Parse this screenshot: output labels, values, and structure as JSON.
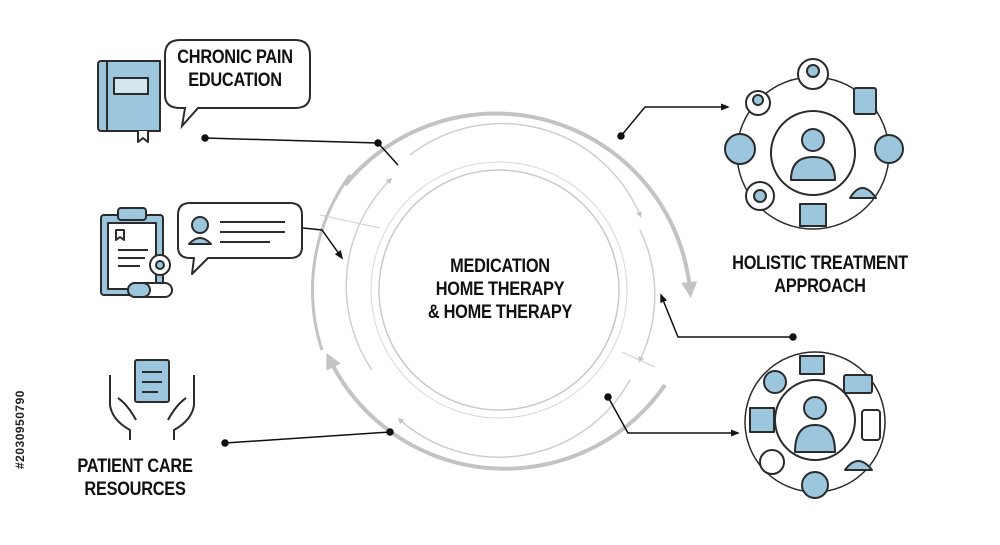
{
  "center": {
    "line1": "MEDICATION",
    "line2": "HOME THERAPY",
    "line3": "& HOME THERAPY"
  },
  "chronic_pain": {
    "line1": "CHRONIC PAIN",
    "line2": "EDUCATION"
  },
  "holistic": {
    "line1": "HOLISTIC TREATMENT",
    "line2": "APPROACH"
  },
  "patient_care": {
    "line1": "PATIENT CARE",
    "line2": "RESOURCES"
  },
  "stock_id": "#203095079​0",
  "colors": {
    "accent": "#9cc6dd",
    "outline": "#2b2b2b",
    "arrow_gray": "#c3c3c3",
    "background": "#ffffff"
  },
  "icons": [
    "book-icon",
    "clipboard-icon",
    "chat-bubble-icon",
    "hands-box-icon",
    "doctor-icon",
    "people-network-icon",
    "woman-icon",
    "items-network-icon"
  ]
}
